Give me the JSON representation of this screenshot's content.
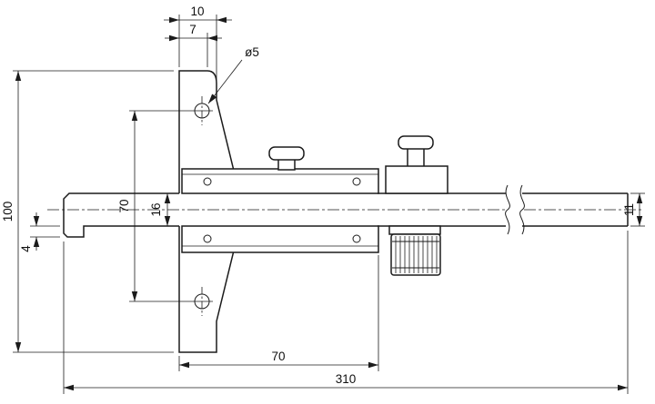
{
  "dims": {
    "top_width": "10",
    "tip_width": "7",
    "hole_diameter": "ø5",
    "base_height": "100",
    "hole_spacing": "70",
    "slot_height": "16",
    "hook_depth": "4",
    "beam_height": "11",
    "base_length": "70",
    "overall_length": "310"
  },
  "style": {
    "line_color": "#1b1b1b",
    "background": "#ffffff"
  }
}
